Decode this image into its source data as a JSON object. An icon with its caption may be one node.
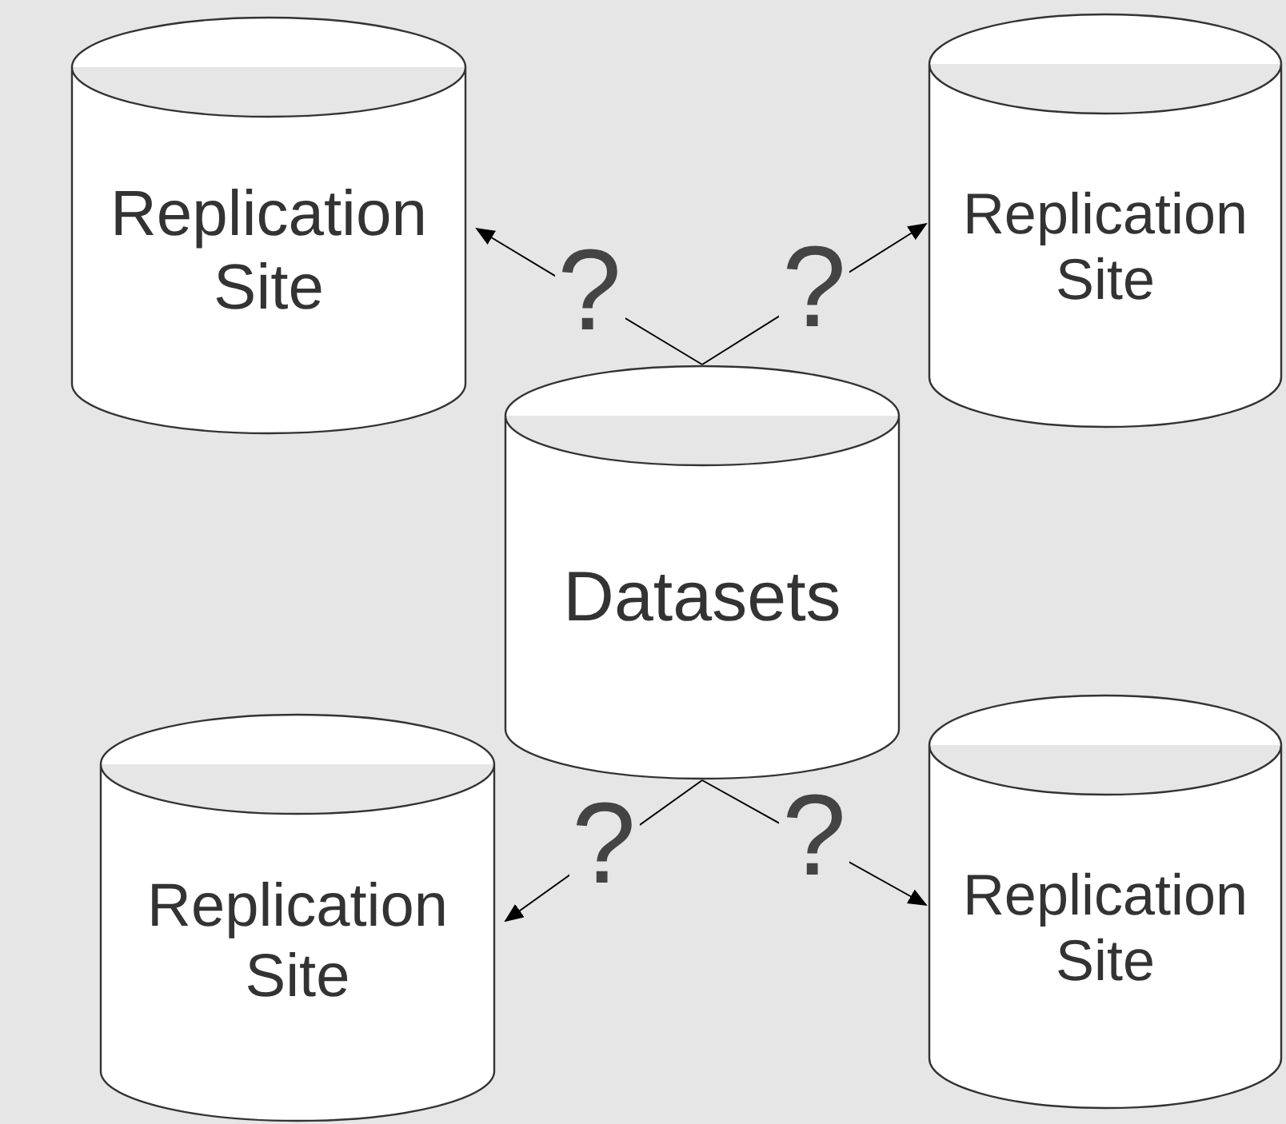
{
  "diagram": {
    "nodes": [
      {
        "text": [
          "Replication Site"
        ]
      },
      {
        "text": [
          "Replication Site"
        ]
      },
      {
        "text": [
          "Datasets"
        ]
      },
      {
        "text": [
          "Replication Site"
        ]
      },
      {
        "text": [
          "Replication Site"
        ]
      }
    ],
    "edges": [
      {
        "from": 2,
        "to": 0,
        "arrow": "to",
        "label": "?"
      },
      {
        "from": 2,
        "to": 1,
        "arrow": "to",
        "label": "?"
      },
      {
        "from": 2,
        "to": 3,
        "arrow": "to",
        "label": "?"
      },
      {
        "from": 2,
        "to": 4,
        "arrow": "to",
        "label": "?"
      }
    ]
  }
}
